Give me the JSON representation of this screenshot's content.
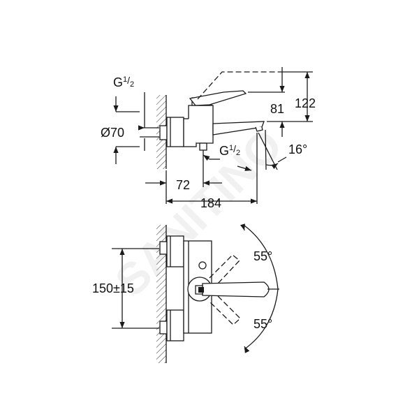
{
  "watermark": "SANITINO",
  "side_view": {
    "thread_top": {
      "main": "G",
      "sup": "1",
      "sub": "2"
    },
    "diameter": "Ø70",
    "thread_bottom": {
      "main": "G",
      "sup": "1",
      "sub": "2"
    },
    "dim_72": "72",
    "dim_184": "184",
    "dim_81": "81",
    "dim_122": "122",
    "angle_16": "16°"
  },
  "front_view": {
    "dim_150": "150±15",
    "angle_top": "55°",
    "angle_bottom": "55°"
  },
  "colors": {
    "line": "#1a1a1a",
    "hatch": "#333333"
  }
}
